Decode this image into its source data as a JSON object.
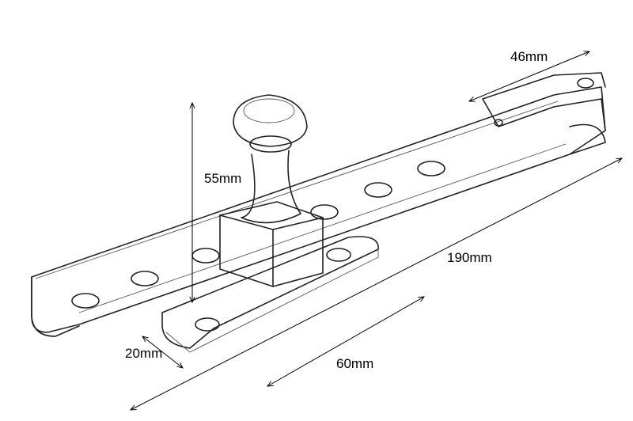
{
  "title": "Window casement stay dimension sketch",
  "dimensions": {
    "fixing_plate_width": "46mm",
    "height": "55mm",
    "length": "190mm",
    "bar_width": "20mm",
    "base_plate_length": "60mm"
  },
  "colors": {
    "line": "#000000",
    "background": "#ffffff"
  }
}
